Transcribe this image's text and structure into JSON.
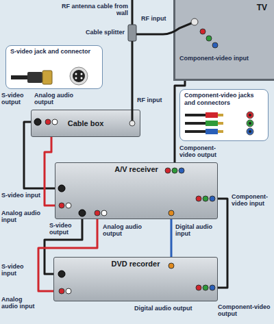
{
  "diagram": {
    "nodes": [
      {
        "text": [
          "TV"
        ]
      },
      {
        "text": [
          "Cable box"
        ]
      },
      {
        "text": [
          "A/V receiver"
        ]
      },
      {
        "text": [
          "DVD recorder"
        ]
      },
      {
        "text": [
          "S-video jack and connector"
        ]
      },
      {
        "text": [
          "Component-video jacks and connectors"
        ]
      }
    ],
    "edges": [
      {
        "from": 1,
        "to": 2,
        "arrow": "none"
      },
      {
        "from": 1,
        "to": 2,
        "arrow": "none"
      },
      {
        "from": 2,
        "to": 0,
        "arrow": "none"
      },
      {
        "from": 3,
        "to": 2,
        "arrow": "none"
      },
      {
        "from": 2,
        "to": 3,
        "arrow": "none"
      },
      {
        "from": 2,
        "to": 3,
        "arrow": "none"
      },
      {
        "from": 3,
        "to": 2,
        "arrow": "none"
      }
    ],
    "labels": [
      "RF antenna cable from wall",
      "Cable splitter",
      "RF input",
      "Component-video input",
      "S-video output",
      "Analog audio output",
      "RF input",
      "S-video input",
      "Analog audio input",
      "S-video output",
      "Analog audio output",
      "Digital audio input",
      "Component-video output",
      "Component-video input",
      "S-video input",
      "Analog audio input",
      "Digital audio output",
      "Component-video output"
    ]
  }
}
